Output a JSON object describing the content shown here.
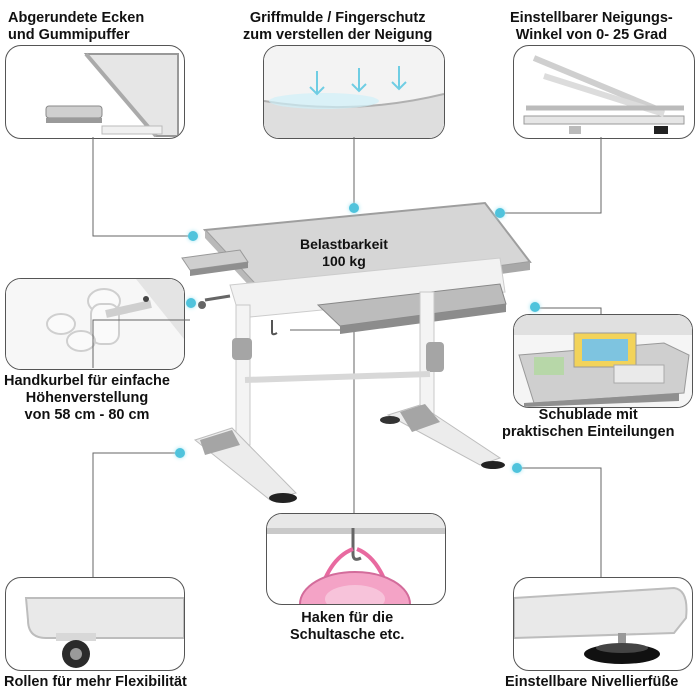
{
  "callouts": {
    "rounded": [
      "Abgerundete Ecken",
      "und Gummipuffer"
    ],
    "grip": [
      "Griffmulde / Fingerschutz",
      "zum verstellen der Neigung"
    ],
    "tilt": [
      "Einstellbarer Neigungs-",
      "Winkel von 0- 25 Grad"
    ],
    "crank": [
      "Handkurbel für  einfache",
      "Höhenverstellung",
      "von 58 cm - 80 cm"
    ],
    "drawer": [
      "Schublade mit",
      "praktischen Einteilungen"
    ],
    "hook": [
      "Haken für die",
      "Schultasche etc."
    ],
    "wheels": [
      "Rollen für mehr Flexibilität"
    ],
    "feet": [
      "Einstellbare Nivellierfüße"
    ]
  },
  "product": {
    "load_label": [
      "Belastbarkeit",
      "100 kg"
    ]
  },
  "colors": {
    "accent_dot": "#4fc3dc",
    "desk_top": "#d9d9d9",
    "frame": "#f2f2f2",
    "grey_parts": "#9a9a9a"
  }
}
